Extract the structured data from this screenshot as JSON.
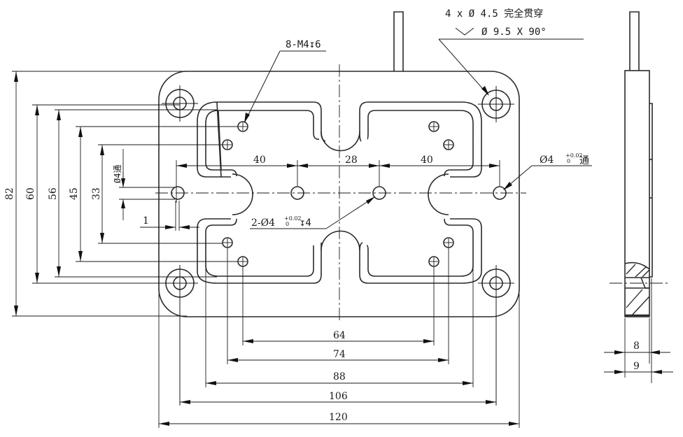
{
  "drawing": {
    "type": "mechanical-drawing",
    "views": [
      "front-view",
      "side-view"
    ],
    "callouts": {
      "corner_holes_line1": "4 x Ø 4.5 完全贯穿",
      "corner_holes_line2_symbol": "countersink",
      "corner_holes_line2": "Ø 9.5 X 90°",
      "threaded_holes": "8-M4↧6",
      "right_pin_hole_main": "Ø4",
      "right_pin_hole_tol_upper": "+0.02",
      "right_pin_hole_tol_lower": "0",
      "right_pin_hole_suffix": "通",
      "center_pin_holes_main": "2-Ø4",
      "center_pin_holes_tol_upper": "+0.02",
      "center_pin_holes_tol_lower": "0",
      "center_pin_holes_depth": "↧4",
      "left_hole_vertical": "Ø4通"
    },
    "dimensions": {
      "horizontal_bottom": [
        "64",
        "74",
        "88",
        "106",
        "120"
      ],
      "vertical_left": [
        "82",
        "60",
        "56",
        "45",
        "33"
      ],
      "horizontal_middle": [
        "40",
        "28",
        "40"
      ],
      "left_offset": "1",
      "side_view": [
        "8",
        "9"
      ]
    }
  }
}
